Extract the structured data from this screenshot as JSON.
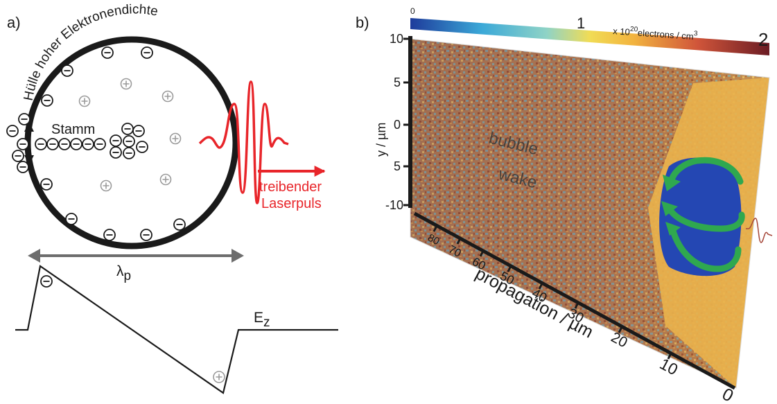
{
  "panel_a": {
    "label": "a)",
    "shell_label": "Hülle hoher Elektronendichte",
    "stem_label": "Stamm",
    "laser_label_line1": "treibender",
    "laser_label_line2": "Laserpuls",
    "lambda_symbol": "λ",
    "lambda_subscript": "p",
    "field_symbol": "E",
    "field_subscript": "z",
    "electron_symbol": "⊖",
    "ion_symbol": "⊕",
    "colors": {
      "outline": "#1a1a1a",
      "laser": "#e8252a",
      "ion": "#9a9a9a",
      "arrow": "#6d6d6d"
    }
  },
  "panel_b": {
    "label": "b)",
    "colorbar": {
      "min_label": "0",
      "mid_label": "1",
      "max_label": "2",
      "unit_prefix": "x 10",
      "unit_exponent": "20",
      "unit_suffix": "electrons / cm",
      "unit_power": "3"
    },
    "y_axis_label": "y / µm",
    "y_ticks": [
      "10",
      "5",
      "0",
      "5",
      "-10"
    ],
    "x_axis_label": "propagation / µm",
    "x_ticks": [
      "80",
      "70",
      "60",
      "50",
      "40",
      "30",
      "20",
      "10",
      "0"
    ],
    "annotation_line1": "bubble",
    "annotation_line2": "wake",
    "colors": {
      "low": "#1e3fa8",
      "mid": "#f3c53f",
      "high": "#8a2a22",
      "bubble_arrow": "#2fa84f"
    }
  }
}
